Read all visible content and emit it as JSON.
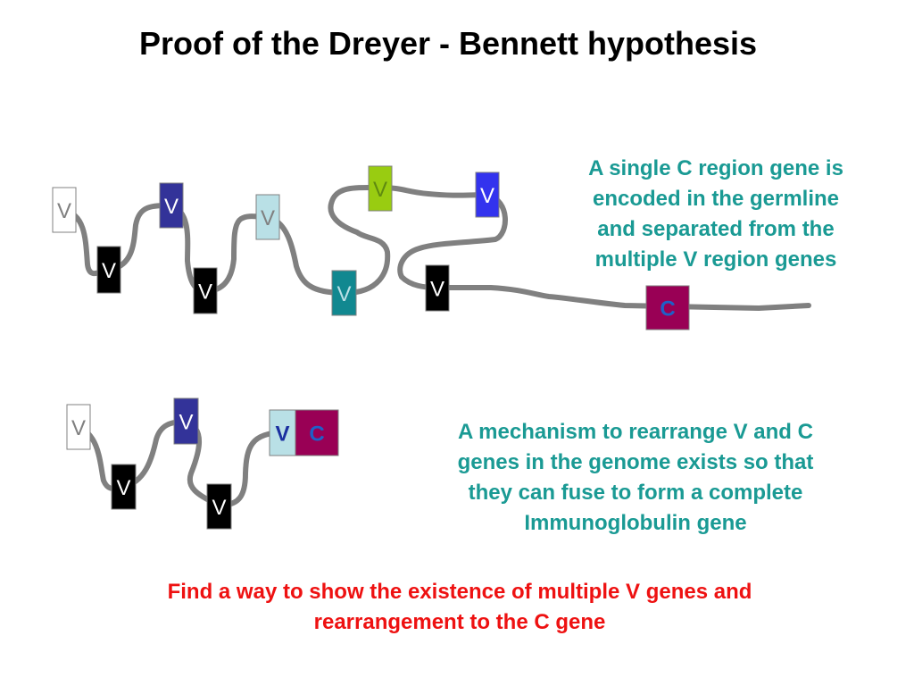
{
  "title": "Proof of the Dreyer - Bennett hypothesis",
  "colors": {
    "strand": "#808080",
    "note_text": "#1a9a94",
    "task_text": "#ee1111",
    "c_gene": "#990055",
    "v_white": "#ffffff",
    "v_black": "#000000",
    "v_navy": "#333399",
    "v_lightblue": "#b9e0e6",
    "v_teal": "#118890",
    "v_lime": "#99cc11",
    "v_blue": "#3333ee"
  },
  "germline": {
    "genes": [
      {
        "label": "V",
        "color": "v_white",
        "text_color": "#808080"
      },
      {
        "label": "V",
        "color": "v_black",
        "text_color": "#ffffff"
      },
      {
        "label": "V",
        "color": "v_navy",
        "text_color": "#ffffff"
      },
      {
        "label": "V",
        "color": "v_black",
        "text_color": "#ffffff"
      },
      {
        "label": "V",
        "color": "v_lightblue",
        "text_color": "#808080"
      },
      {
        "label": "V",
        "color": "v_teal",
        "text_color": "#b9e0e6"
      },
      {
        "label": "V",
        "color": "v_lime",
        "text_color": "#5f8a10"
      },
      {
        "label": "V",
        "color": "v_blue",
        "text_color": "#ffffff"
      },
      {
        "label": "V",
        "color": "v_black",
        "text_color": "#ffffff"
      },
      {
        "label": "C",
        "color": "c_gene",
        "text_color": "#1e60c8"
      }
    ],
    "note": [
      "A single C region gene is",
      "encoded in the germline",
      "and separated from the",
      "multiple V region genes"
    ]
  },
  "rearranged": {
    "genes": [
      {
        "label": "V",
        "color": "v_white",
        "text_color": "#808080"
      },
      {
        "label": "V",
        "color": "v_black",
        "text_color": "#ffffff"
      },
      {
        "label": "V",
        "color": "v_navy",
        "text_color": "#ffffff"
      },
      {
        "label": "V",
        "color": "v_black",
        "text_color": "#ffffff"
      },
      {
        "label": "V",
        "color": "v_lightblue",
        "text_color": "#1a2fa0"
      },
      {
        "label": "C",
        "color": "c_gene",
        "text_color": "#1e60c8"
      }
    ],
    "note": [
      "A mechanism to rearrange V and C",
      "genes in the genome exists so that",
      "they can fuse to form a complete",
      "Immunoglobulin gene"
    ]
  },
  "task": [
    "Find a way to show the existence of multiple V genes and",
    "rearrangement to the C gene"
  ]
}
